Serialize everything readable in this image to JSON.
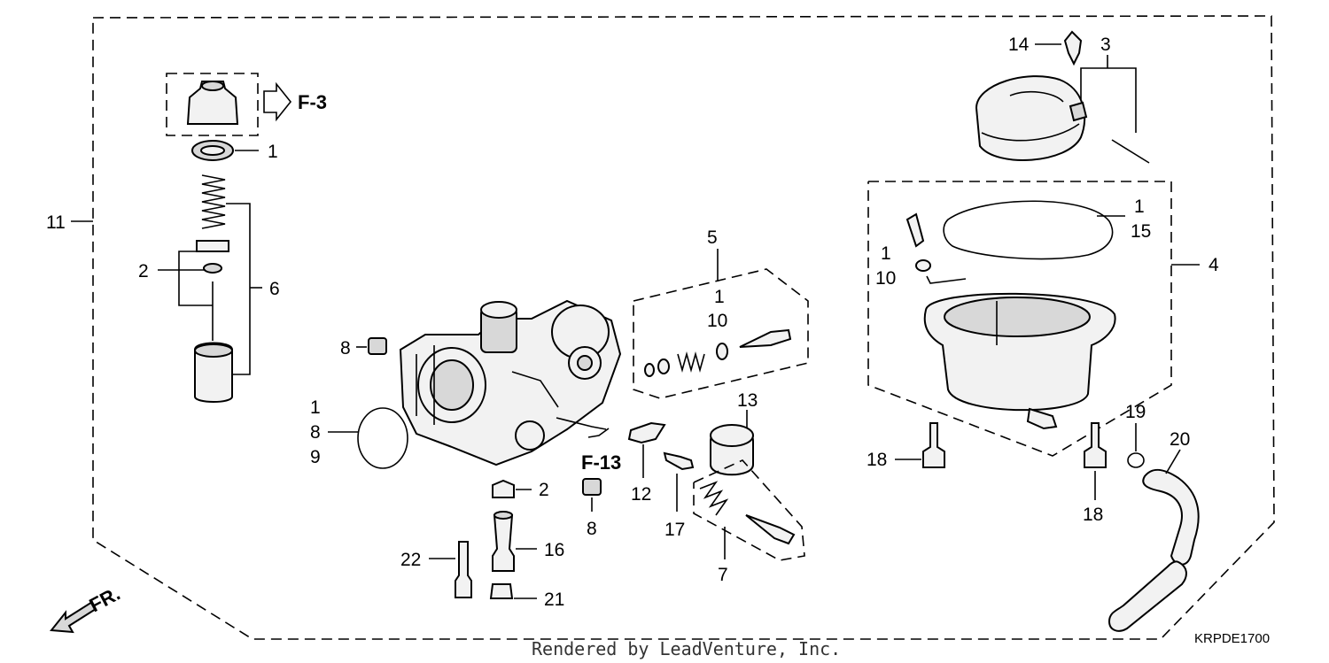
{
  "diagram": {
    "refs": {
      "f3": "F-3",
      "f13": "F-13",
      "front": "FR."
    },
    "diagram_code": "KRPDE1700",
    "credit": "Rendered by LeadVenture, Inc.",
    "callouts": {
      "c1_top": "1",
      "c11": "11",
      "c2_left": "2",
      "c6": "6",
      "c8_upper": "8",
      "c1_gasket": "1",
      "c8_gasket": "8",
      "c9": "9",
      "c5": "5",
      "c1_kit": "1",
      "c10_kit": "10",
      "c13": "13",
      "c12": "12",
      "c17": "17",
      "c7": "7",
      "c2_jet": "2",
      "c8_lower": "8",
      "c16": "16",
      "c22": "22",
      "c21": "21",
      "c14": "14",
      "c3": "3",
      "c1_bowl": "1",
      "c15": "15",
      "c1_drain": "1",
      "c10_drain": "10",
      "c4": "4",
      "c18_left": "18",
      "c18_right": "18",
      "c19": "19",
      "c20": "20"
    }
  }
}
